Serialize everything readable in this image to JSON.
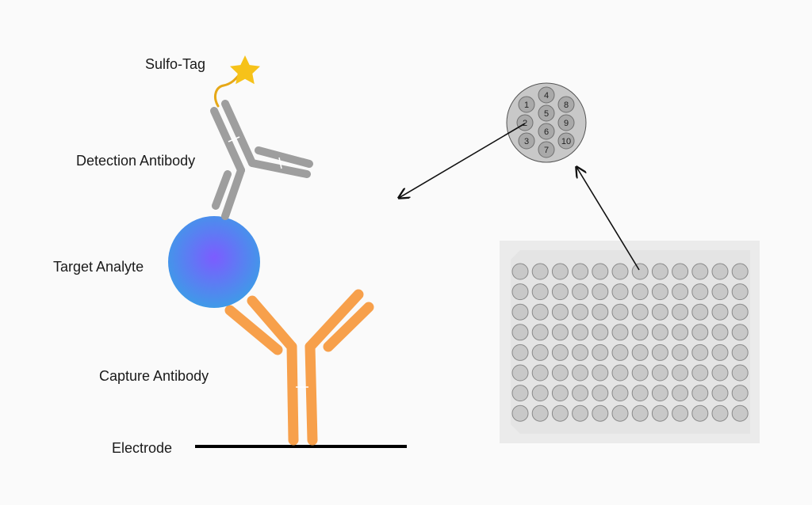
{
  "labels": {
    "sulfo_tag": "Sulfo-Tag",
    "detection_antibody": "Detection Antibody",
    "target_analyte": "Target Analyte",
    "capture_antibody": "Capture Antibody",
    "electrode": "Electrode"
  },
  "spot_numbers": [
    "1",
    "2",
    "3",
    "4",
    "5",
    "6",
    "7",
    "8",
    "9",
    "10"
  ],
  "plate": {
    "rows": 8,
    "columns": 12
  },
  "colors": {
    "capture_antibody": "#f7a04b",
    "detection_antibody": "#9e9e9e",
    "analyte_center": "#7c5cff",
    "analyte_edge": "#3f9ae8",
    "sulfo_tag_star": "#f6c21a",
    "sulfo_tag_linker": "#e6a817",
    "electrode": "#000000",
    "plate": "#e4e4e4",
    "well": "#c8c8c8",
    "spot": "#a9a9a9"
  }
}
